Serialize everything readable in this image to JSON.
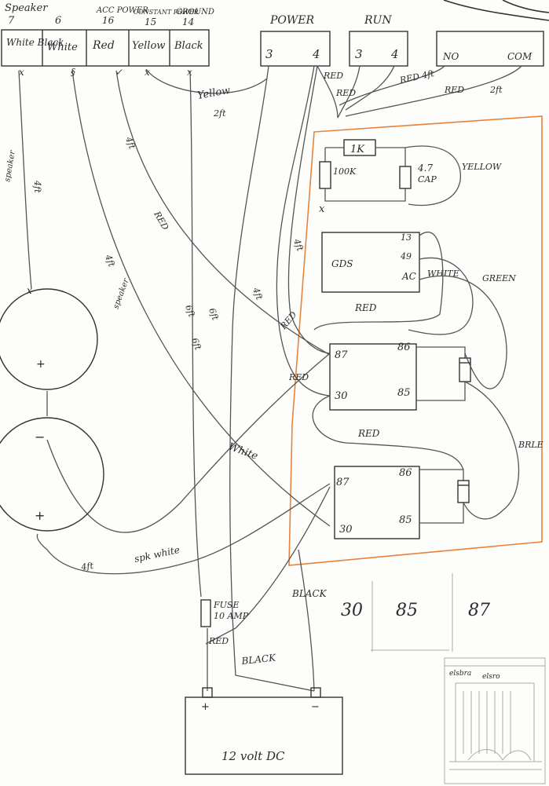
{
  "connector": {
    "pins": [
      {
        "number": "7",
        "name": "Speaker",
        "wire": "White Black"
      },
      {
        "number": "6",
        "name": "",
        "wire": "White"
      },
      {
        "number": "16",
        "name": "ACC POWER",
        "wire": "Red"
      },
      {
        "number": "15",
        "name": "CONSTANT POWER",
        "wire": "Yellow"
      },
      {
        "number": "14",
        "name": "GROUND",
        "wire": "Black"
      }
    ]
  },
  "switches": {
    "power": {
      "title": "POWER",
      "left": "3",
      "right": "4"
    },
    "run": {
      "title": "RUN",
      "left": "3",
      "right": "4"
    },
    "relay_out": {
      "no": "NO",
      "com": "COM"
    }
  },
  "circuit": {
    "resistor_1k": "1K",
    "resistor_100k": "100K",
    "cap": "4.7",
    "cap_word": "CAP",
    "chip": "GDS",
    "chip_pins": [
      "13",
      "49",
      "AC"
    ],
    "relay_pins": [
      "87",
      "86",
      "30",
      "85"
    ]
  },
  "wire_labels": {
    "yellow": "Yellow",
    "yellow_len": "2ft",
    "red": "RED",
    "red_4ft": "RED 4ft",
    "red_2ft": "2ft",
    "yellow_right": "YELLOW",
    "white_ac": "WHITE",
    "green": "GREEN",
    "brown": "BRLE",
    "white_mid": "White",
    "black": "BLACK",
    "four_ft": "4ft",
    "six_ft": "6ft",
    "speaker": "speaker",
    "speaker_white": "spk white"
  },
  "speakers": {
    "plus": "+",
    "minus": "−"
  },
  "fuse": {
    "label": "FUSE",
    "rating": "10 AMP"
  },
  "battery": {
    "label": "12 volt DC",
    "plus": "+",
    "minus": "−"
  },
  "bottom_relay_pins": [
    "30",
    "85",
    "87"
  ],
  "sketch": {
    "words": [
      "elsbra",
      "elsro"
    ]
  }
}
